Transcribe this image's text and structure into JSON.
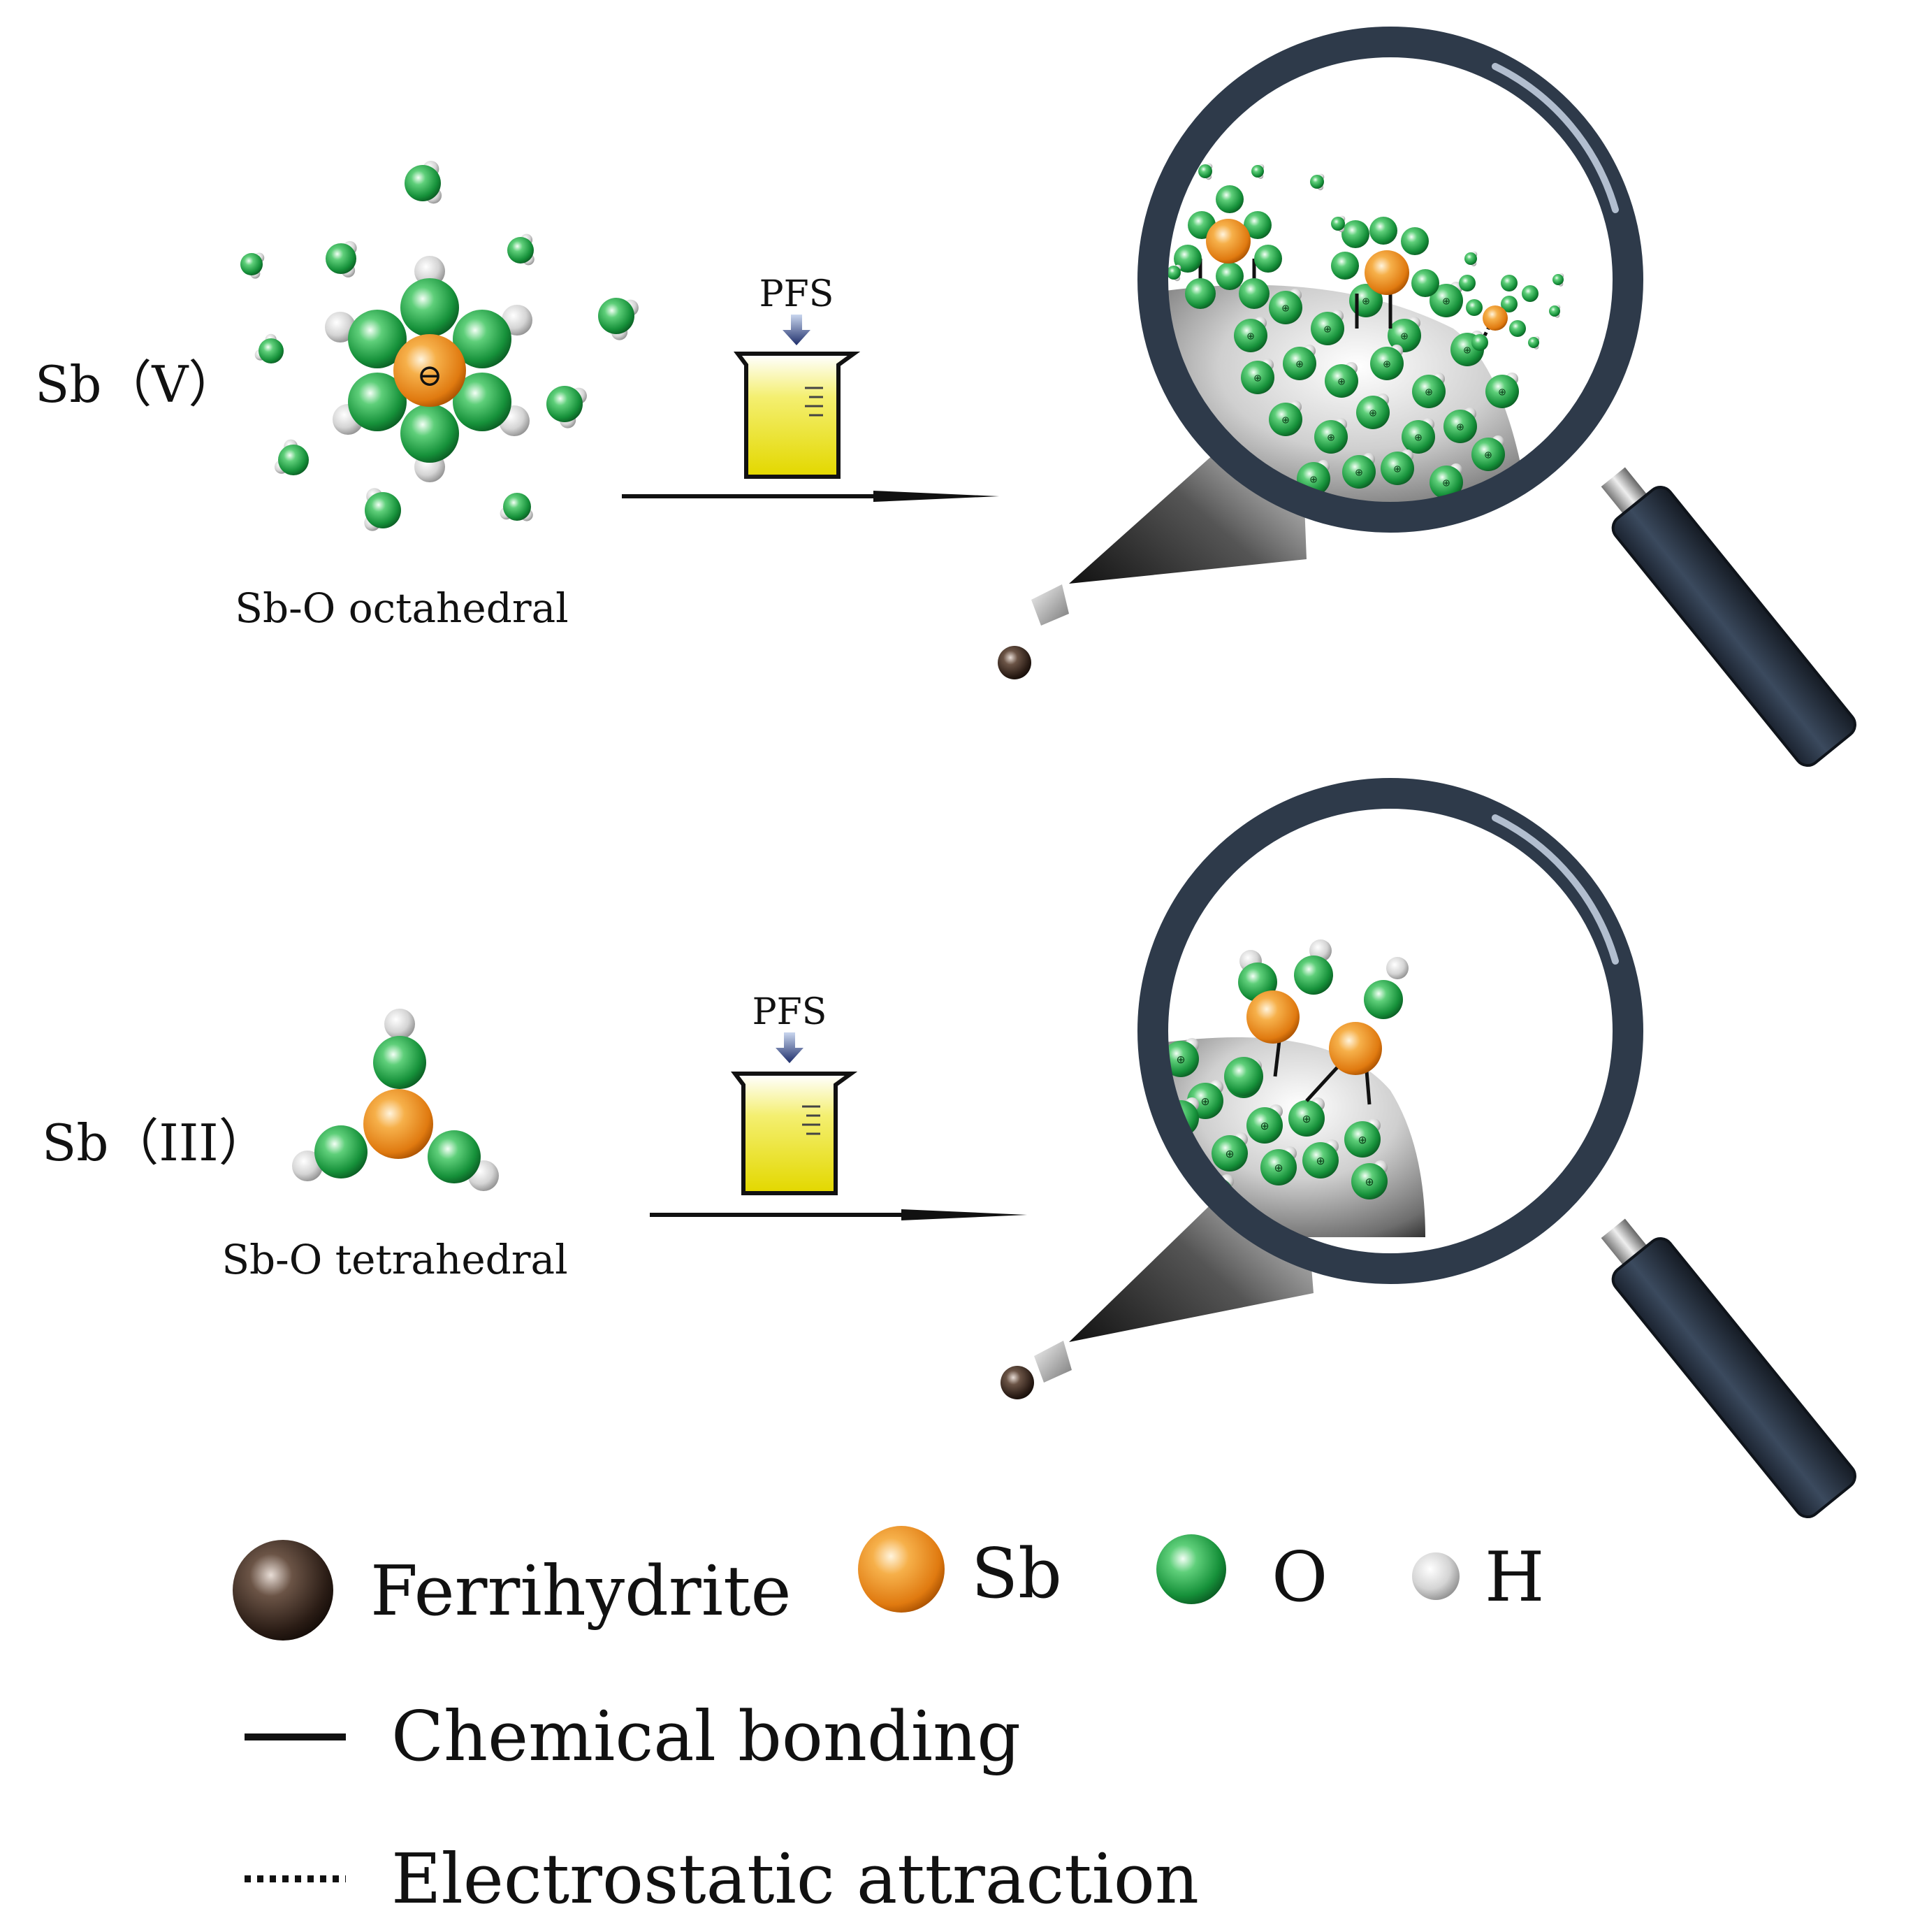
{
  "species": [
    {
      "label": "Sb（V）",
      "structure_label": "Sb-O octahedral",
      "reagent_label": "PFS",
      "center_charge": "⊖"
    },
    {
      "label": "Sb（III）",
      "structure_label": "Sb-O tetrahedral",
      "reagent_label": "PFS",
      "center_charge": ""
    }
  ],
  "surface_charge": "⊕",
  "legend": {
    "atoms": [
      {
        "label": "Ferrihydrite",
        "color": "#3a2a22"
      },
      {
        "label": "Sb",
        "color": "#e8851c"
      },
      {
        "label": "O",
        "color": "#1f9a3c"
      },
      {
        "label": "H",
        "color": "#c8c8c8"
      }
    ],
    "lines": [
      {
        "label": "Chemical bonding",
        "style": "solid"
      },
      {
        "label": "Electrostatic attraction",
        "style": "dotted"
      }
    ]
  },
  "colors": {
    "magnifier_rim": "#2e3a4a",
    "handle": "#2a3442",
    "solution": "#e8e000",
    "arrow": "#111111"
  }
}
